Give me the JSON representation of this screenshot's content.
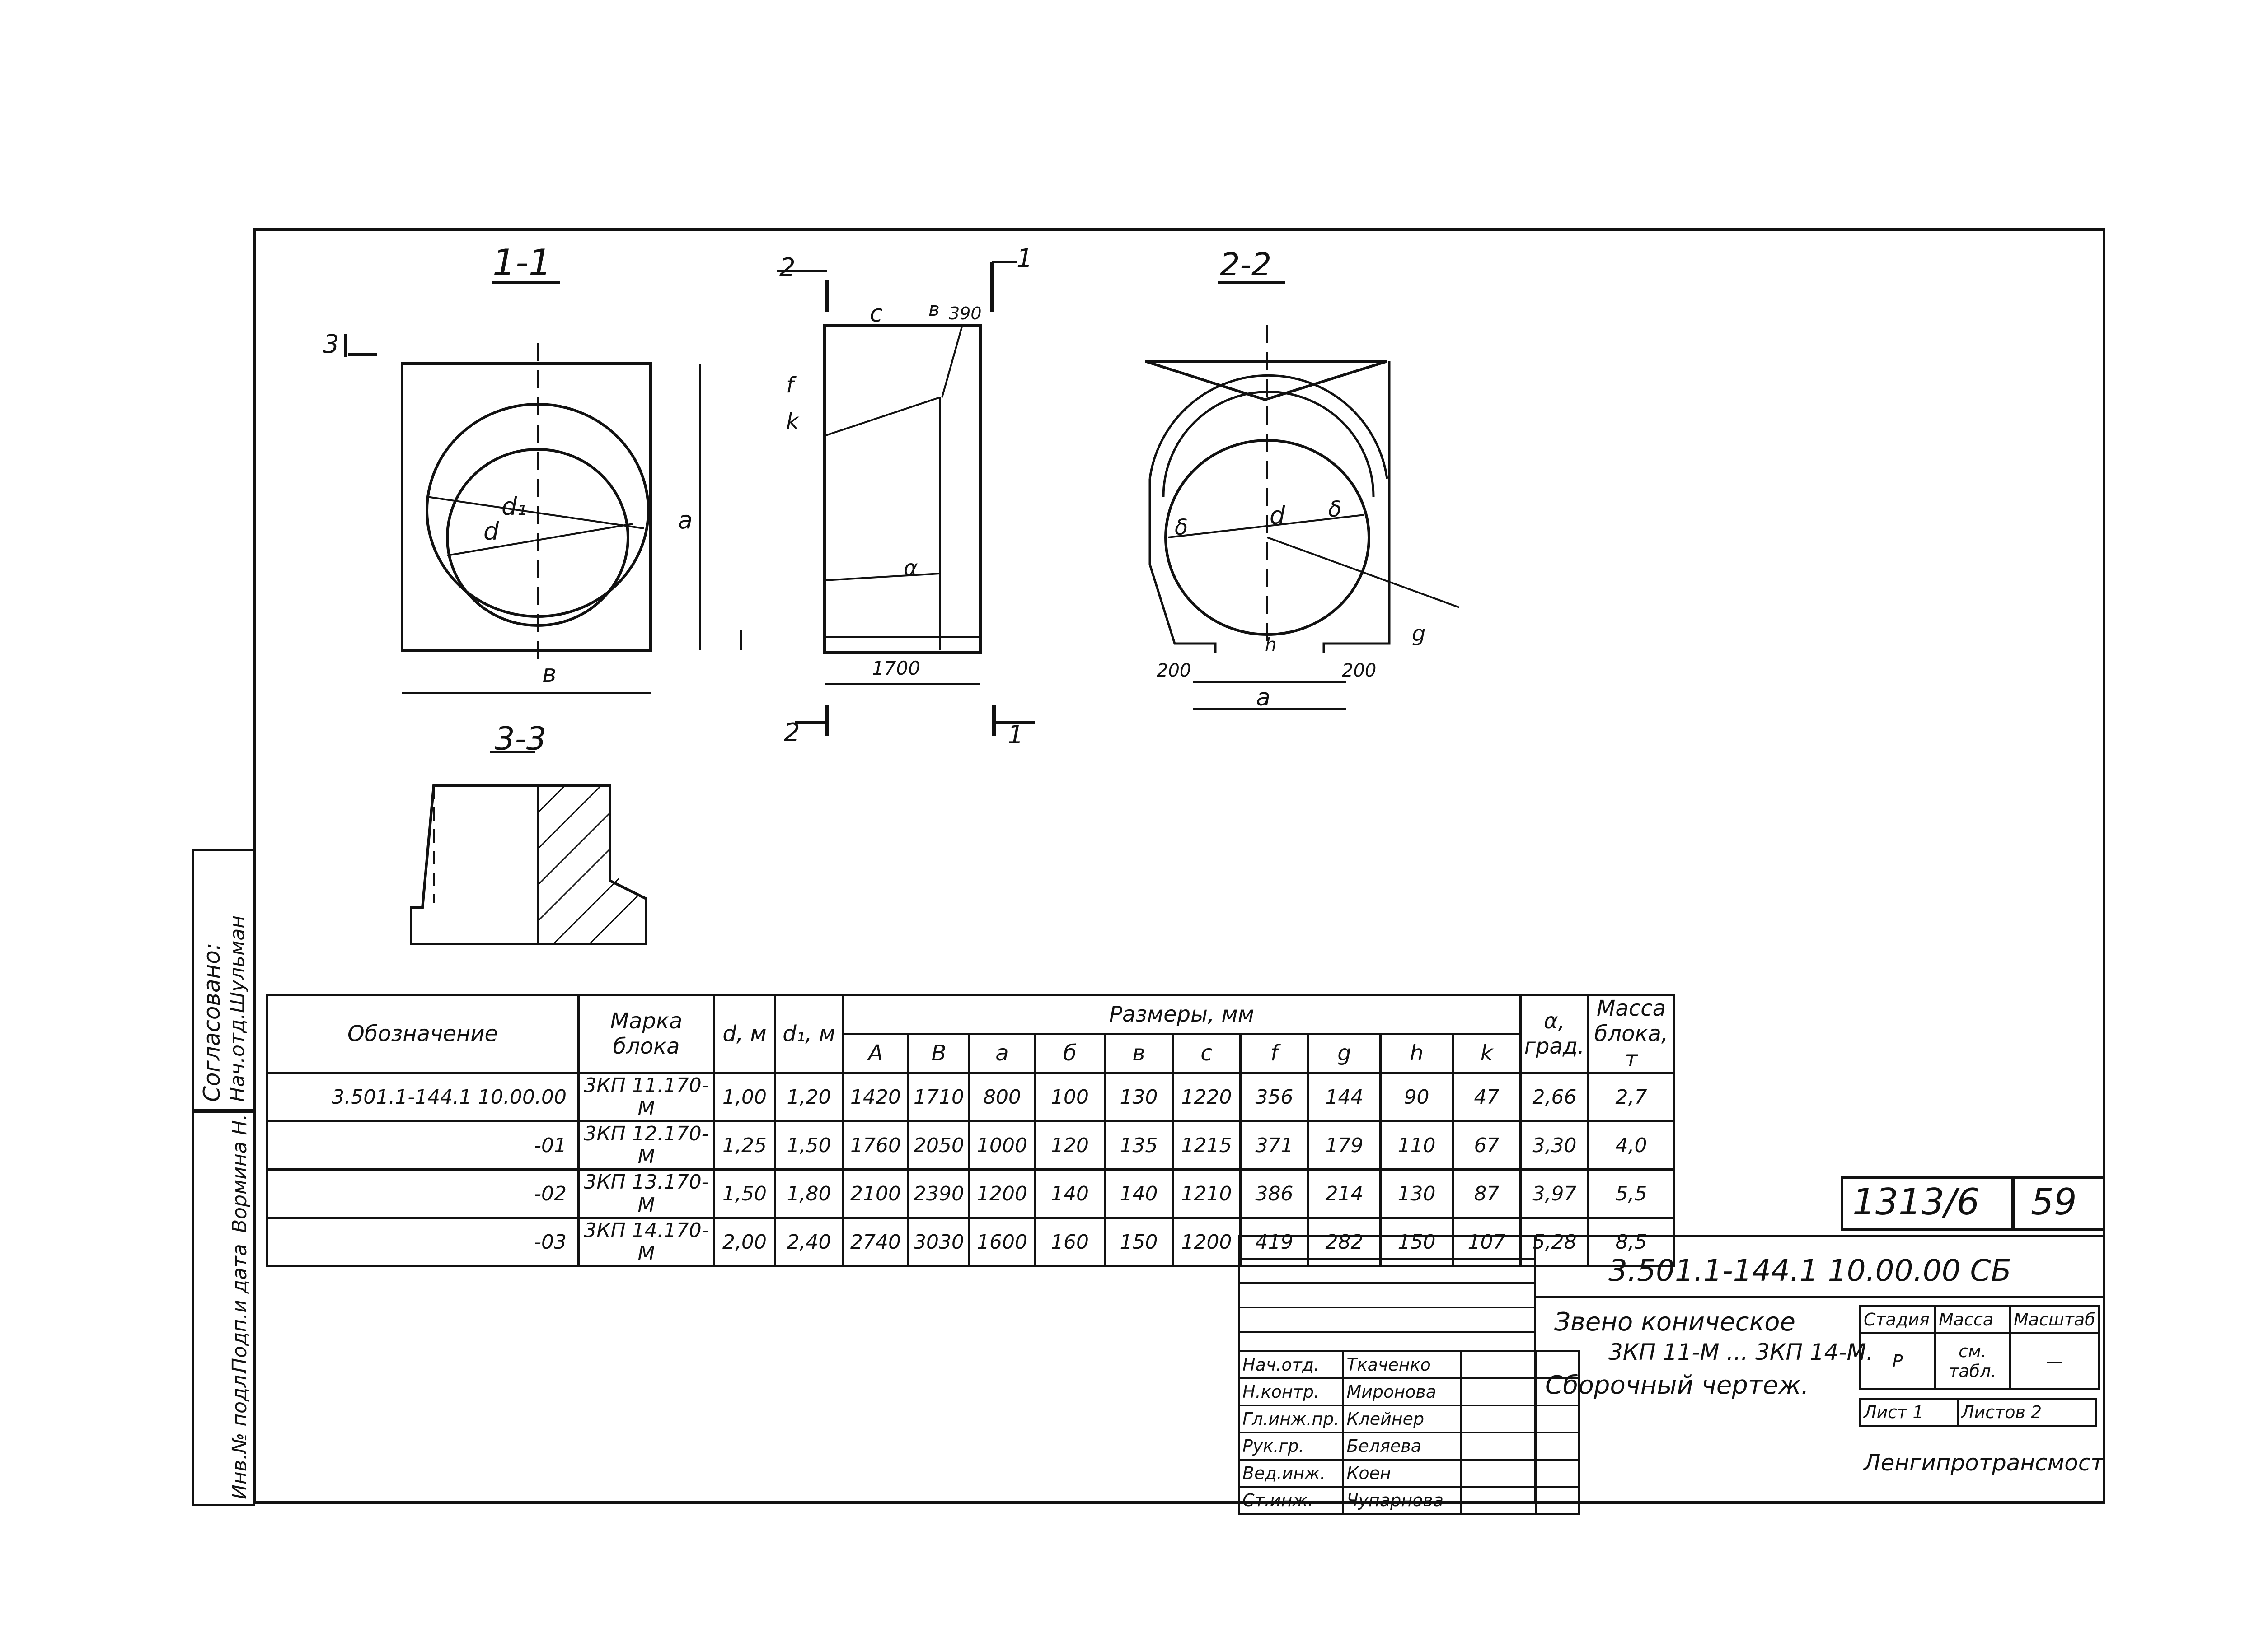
{
  "views": {
    "section_1_1": {
      "title": "1-1",
      "cut_label": "3",
      "dim_a": "a",
      "dim_b": "в",
      "d_label": "d",
      "d1_label": "d₁"
    },
    "section_2_2": {
      "title": "2-2",
      "d_label": "d",
      "delta": "δ",
      "g_label": "g",
      "h_label": "h",
      "dim_left": "200",
      "dim_right": "200",
      "dim_a": "a"
    },
    "side_view": {
      "cut2_top": "2",
      "cut1_top": "1",
      "cut2_bottom": "2",
      "cut1_bottom": "1",
      "c_label": "c",
      "b_label": "в",
      "dim_390": "390",
      "f_label": "f",
      "k_label": "k",
      "alpha": "α",
      "width": "1700"
    },
    "section_3_3": {
      "title": "3-3"
    }
  },
  "table": {
    "head": {
      "designation": "Обозначение",
      "mark": "Марка блока",
      "d": "d, м",
      "d1": "d₁, м",
      "sizes": "Размеры, мм",
      "cols": [
        "A",
        "B",
        "a",
        "б",
        "в",
        "c",
        "f",
        "g",
        "h",
        "k"
      ],
      "alpha": "α, град.",
      "mass": "Масса блока, т"
    },
    "rows": [
      {
        "designation": "3.501.1-144.1  10.00.00",
        "mark": "3КП 11.170-М",
        "d": "1,00",
        "d1": "1,20",
        "vals": [
          "1420",
          "1710",
          "800",
          "100",
          "130",
          "1220",
          "356",
          "144",
          "90",
          "47"
        ],
        "alpha": "2,66",
        "mass": "2,7"
      },
      {
        "designation": "-01",
        "mark": "3КП 12.170-М",
        "d": "1,25",
        "d1": "1,50",
        "vals": [
          "1760",
          "2050",
          "1000",
          "120",
          "135",
          "1215",
          "371",
          "179",
          "110",
          "67"
        ],
        "alpha": "3,30",
        "mass": "4,0"
      },
      {
        "designation": "-02",
        "mark": "3КП 13.170-М",
        "d": "1,50",
        "d1": "1,80",
        "vals": [
          "2100",
          "2390",
          "1200",
          "140",
          "140",
          "1210",
          "386",
          "214",
          "130",
          "87"
        ],
        "alpha": "3,97",
        "mass": "5,5"
      },
      {
        "designation": "-03",
        "mark": "3КП 14.170-М",
        "d": "2,00",
        "d1": "2,40",
        "vals": [
          "2740",
          "3030",
          "1600",
          "160",
          "150",
          "1200",
          "419",
          "282",
          "150",
          "107"
        ],
        "alpha": "5,28",
        "mass": "8,5"
      }
    ]
  },
  "side_strip": {
    "agreed": "Согласовано:",
    "dept": "Нач.отд.Шульман",
    "signer": "Вормина Н.",
    "sign_date": "Подп.и дата",
    "inv": "Инв.№ подл."
  },
  "stamp": {
    "album_number": "1313/6",
    "page_number": "59",
    "code": "3.501.1-144.1  10.00.00 СБ",
    "title_1": "Звено коническое",
    "title_2": "3КП 11-М ... 3КП 14-М.",
    "title_3": "Сборочный чертеж.",
    "stage_head": "Стадия",
    "mass_head": "Масса",
    "scale_head": "Масштаб",
    "stage": "Р",
    "mass": "см. табл.",
    "scale": "—",
    "sheet": "Лист 1",
    "sheets": "Листов 2",
    "org": "Ленгипротрансмост",
    "signatures": [
      {
        "role": "Нач.отд.",
        "name": "Ткаченко"
      },
      {
        "role": "Н.контр.",
        "name": "Миронова"
      },
      {
        "role": "Гл.инж.пр.",
        "name": "Клейнер"
      },
      {
        "role": "Рук.гр.",
        "name": "Беляева"
      },
      {
        "role": "Вед.инж.",
        "name": "Коен"
      },
      {
        "role": "Ст.инж.",
        "name": "Чупарнова"
      }
    ]
  }
}
